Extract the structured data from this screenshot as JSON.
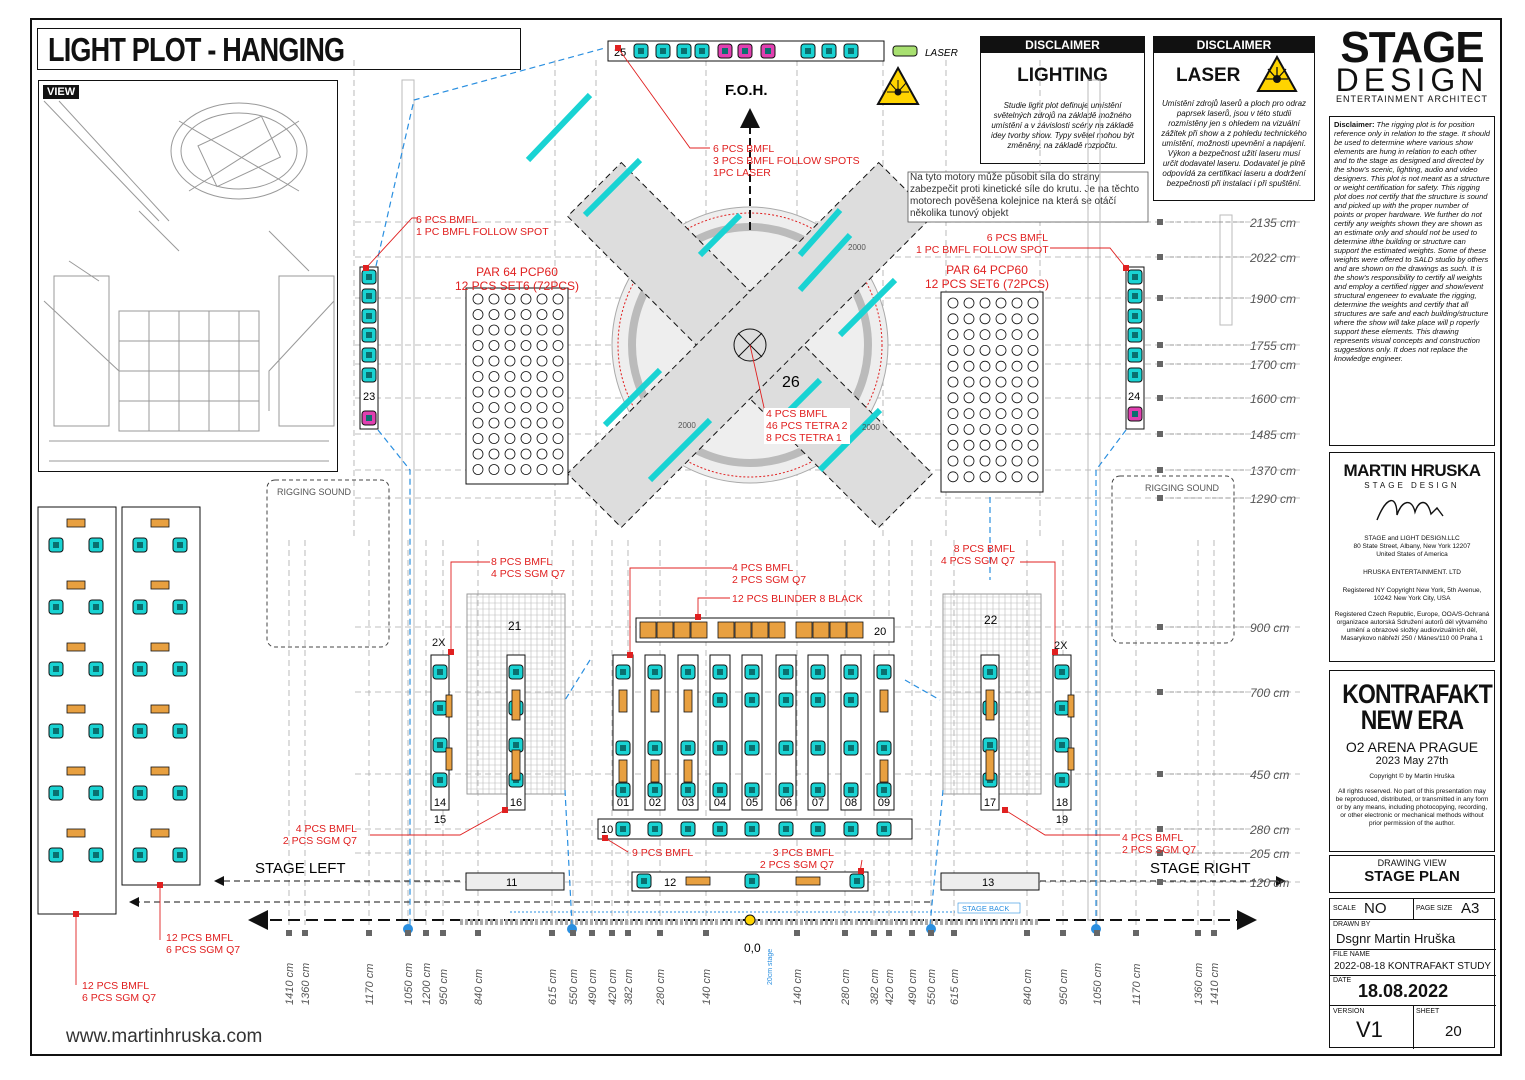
{
  "title": "LIGHT PLOT - HANGING",
  "view_label": "VIEW",
  "foh": "F.O.H.",
  "laser_label": "LASER",
  "disclaimer_lighting": {
    "header": "DISCLAIMER",
    "title": "LIGHTING",
    "text": "Studie light plot definuje umístění světelných zdrojů na základě možného umístění a v závislosti scény na základě idey tvorby show. Typy světel mohou být změněny, na základě rozpočtu."
  },
  "disclaimer_laser": {
    "header": "DISCLAIMER",
    "title": "LASER",
    "text": "Umístění zdrojů laserů a ploch pro odraz paprsek laserů, jsou v této studii rozmístěny jen s ohledem na vizuální zážitek při show a z pohledu technického umístění, možnosti upevnění a napájení. Výkon a bezpečnost užití laseru musí určit dodavatel laseru. Dodavatel je plně odpovídá za certifikaci laseru a dodržení bezpečnosti při instalaci i při spuštění."
  },
  "logo": {
    "line1": "STAGE",
    "line2": "DESIGN",
    "line3": "ENTERTAINMENT ARCHITECT"
  },
  "disclaimer_en": {
    "label": "Disclaimer:",
    "text": "The rigging plot is for position reference only in relation to the stage. It should be used to determine where various show elements are hung in relation to each other and to the stage as designed and directed by the show's scenic, lighting, audio and video designers. This plot is not meant as a structure or weight certification for safety. This rigging plot does not certify that the structure is sound and picked up with the proper number of points or proper hardware. We further do not certify any weights shown they are shown as an estimate only and should not be used to determine ifthe building or structure can support the estimated weights. Some of these weights were offered to SALD studio by others and are shown on the drawings as such. It is the show's responsibility to certify all weights and employ a certified rigger and show/event structural engeneer to evaluate the rigging, determine the weights and certify that all structures are safe and each building/structure where the show will take place will p roperly support these elements. This drawing represents visual concepts and construction suggestions only. It does not replace the knowledge engineer."
  },
  "designer": {
    "name1": "MARTIN HRUSKA",
    "name2": "STAGE DESIGN",
    "company": "STAGE and LIGHT DESIGN.LLC",
    "address": "80 State Street, Albany, New York 12207",
    "country": "United States of America",
    "ent": "HRUSKA ENTERTAINMENT. LTD",
    "copyright_ny": "Registered NY Copyright New York, 5th Avenue, 10242 New York City, USA",
    "copyright_cz": "Registered Czech Republic, Europe, OOA/S-Ochraná organizace autorská Sdružení autorů děl výtvarného umění a obrazové složky audiovizuálních děl, Masarykovo nábřeží 250 / Mánes/110 00 Praha 1"
  },
  "project": {
    "name1": "KONTRAFAKT",
    "name2": "NEW ERA",
    "venue": "O2 ARENA PRAGUE",
    "date": "2023 May 27th",
    "copyright": "Copyright © by Martin Hruška",
    "rights": "All rights reserved. No part of this presentation may be reproduced, distributed, or transmitted in any form or by any means, including photocopying, recording, or other electronic or mechanical methods without prior permission of the author."
  },
  "drawing_view": {
    "label": "DRAWING VIEW",
    "value": "STAGE PLAN"
  },
  "meta": {
    "scale_label": "SCALE",
    "scale": "NO",
    "page_label": "PAGE SIZE",
    "page": "A3",
    "drawn_label": "DRAWN BY",
    "drawn": "Dsgnr Martin Hruška",
    "file_label": "FILE NAME",
    "file": "2022-08-18 KONTRAFAKT STUDY",
    "date_label": "DATE",
    "date": "18.08.2022",
    "version_label": "VERSION",
    "version": "V1",
    "sheet_label": "SHEET",
    "sheet": "20"
  },
  "website": "www.martinhruska.com",
  "stage_left": "STAGE LEFT",
  "stage_right": "STAGE RIGHT",
  "stage_back": "STAGE BACK",
  "origin": "0,0",
  "stage_20cm": "20cm stage",
  "rigging_sound": "RIGGING SOUND",
  "par_label_1": "PAR 64 PCP60",
  "par_label_2": "12 PCS SET6 (72PCS)",
  "motor_note": "Na tyto motory může působit síla do strany zabezpečit proti kinetické síle do krutu. Je na těchto motorech pověšena kolejnice na která se otáčí několika tunový objekt",
  "callouts": {
    "c25": [
      "6 PCS BMFL",
      "3 PCS BMFL FOLLOW SPOTS",
      "1PC LASER"
    ],
    "c23": [
      "6 PCS BMFL",
      "1 PC BMFL FOLLOW SPOT"
    ],
    "c24": [
      "6 PCS BMFL",
      "1 PC BMFL FOLLOW SPOT"
    ],
    "c26": [
      "4 PCS BMFL",
      "46 PCS TETRA 2",
      "8 PCS TETRA 1"
    ],
    "c21": [
      "8 PCS BMFL",
      "4 PCS SGM Q7"
    ],
    "c22": [
      "8 PCS BMFL",
      "4 PCS SGM Q7"
    ],
    "c20": [
      "4 PCS BMFL",
      "2 PCS SGM Q7",
      "12 PCS BLINDER 8 BLACK"
    ],
    "c16": [
      "4 PCS BMFL",
      "2 PCS SGM Q7"
    ],
    "c17": [
      "4 PCS BMFL",
      "2 PCS SGM Q7"
    ],
    "c10": [
      "9 PCS BMFL"
    ],
    "c12": [
      "3 PCS BMFL",
      "2 PCS SGM Q7"
    ],
    "cL1": [
      "12 PCS BMFL",
      "6 PCS SGM Q7"
    ],
    "cL2": [
      "12 PCS BMFL",
      "6 PCS SGM Q7"
    ]
  },
  "truss_ids": [
    "01",
    "02",
    "03",
    "04",
    "05",
    "06",
    "07",
    "08",
    "09",
    "10",
    "11",
    "12",
    "13",
    "14",
    "15",
    "16",
    "17",
    "18",
    "19",
    "20",
    "21",
    "22",
    "23",
    "24",
    "25",
    "26"
  ],
  "x2": "2X",
  "heights": [
    "2135 cm",
    "2022 cm",
    "1900 cm",
    "1755 cm",
    "1700 cm",
    "1600 cm",
    "1485 cm",
    "1370 cm",
    "1290 cm",
    "900 cm",
    "700 cm",
    "450 cm",
    "280 cm",
    "205 cm",
    "120 cm"
  ],
  "distances": [
    "1410 cm",
    "1360 cm",
    "1170 cm",
    "1050 cm",
    "1200 cm",
    "950 cm",
    "840 cm",
    "615 cm",
    "550 cm",
    "490 cm",
    "420 cm",
    "382 cm",
    "280 cm",
    "140 cm",
    "140 cm",
    "280 cm",
    "382 cm",
    "420 cm",
    "490 cm",
    "550 cm",
    "615 cm",
    "840 cm",
    "950 cm",
    "1050 cm",
    "1170 cm",
    "1360 cm",
    "1410 cm"
  ],
  "turntable_marks": [
    "2000",
    "2000",
    "2000"
  ],
  "colors": {
    "fixture": "#19d3d3",
    "red": "#e02020",
    "blue": "#2a8fe0",
    "blinder": "#e8a040",
    "magenta": "#e040b0"
  }
}
